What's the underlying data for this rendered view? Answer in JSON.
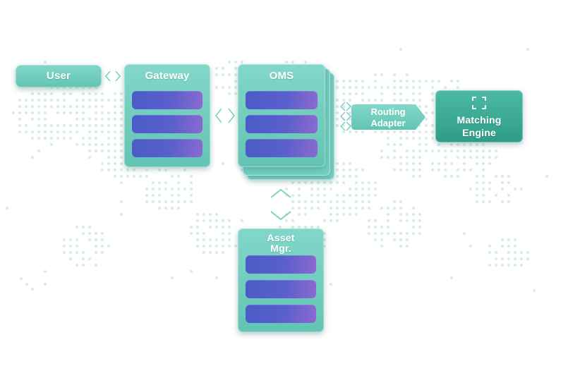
{
  "nodes": {
    "user": {
      "label": "User"
    },
    "gateway": {
      "label": "Gateway"
    },
    "oms": {
      "label": "OMS"
    },
    "routing_adapter": {
      "line1": "Routing",
      "line2": "Adapter"
    },
    "matching_engine": {
      "line1": "Matching",
      "line2": "Engine"
    },
    "asset_mgr": {
      "line1": "Asset",
      "line2": "Mgr."
    }
  },
  "icons": {
    "connector": "double-chevron-connector-icon",
    "focus": "focus-frame-icon"
  },
  "colors": {
    "box_teal": "#6cc9b9",
    "engine_teal": "#3aa792",
    "bar_blue": "#4a5cc6",
    "bar_purple": "#8c6ad0",
    "map_dots": "#d6ede9"
  }
}
